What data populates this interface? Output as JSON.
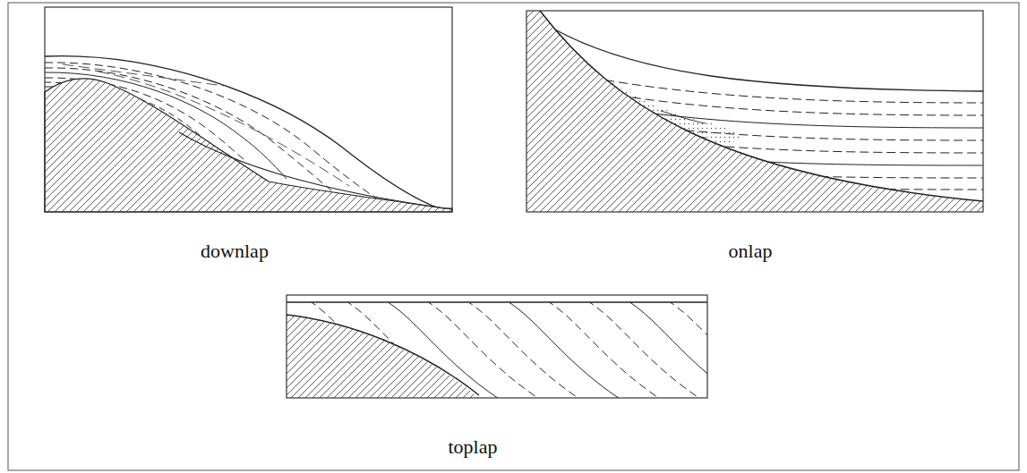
{
  "diagram": {
    "labels": [
      "downlap",
      "onlap",
      "toplap"
    ]
  }
}
